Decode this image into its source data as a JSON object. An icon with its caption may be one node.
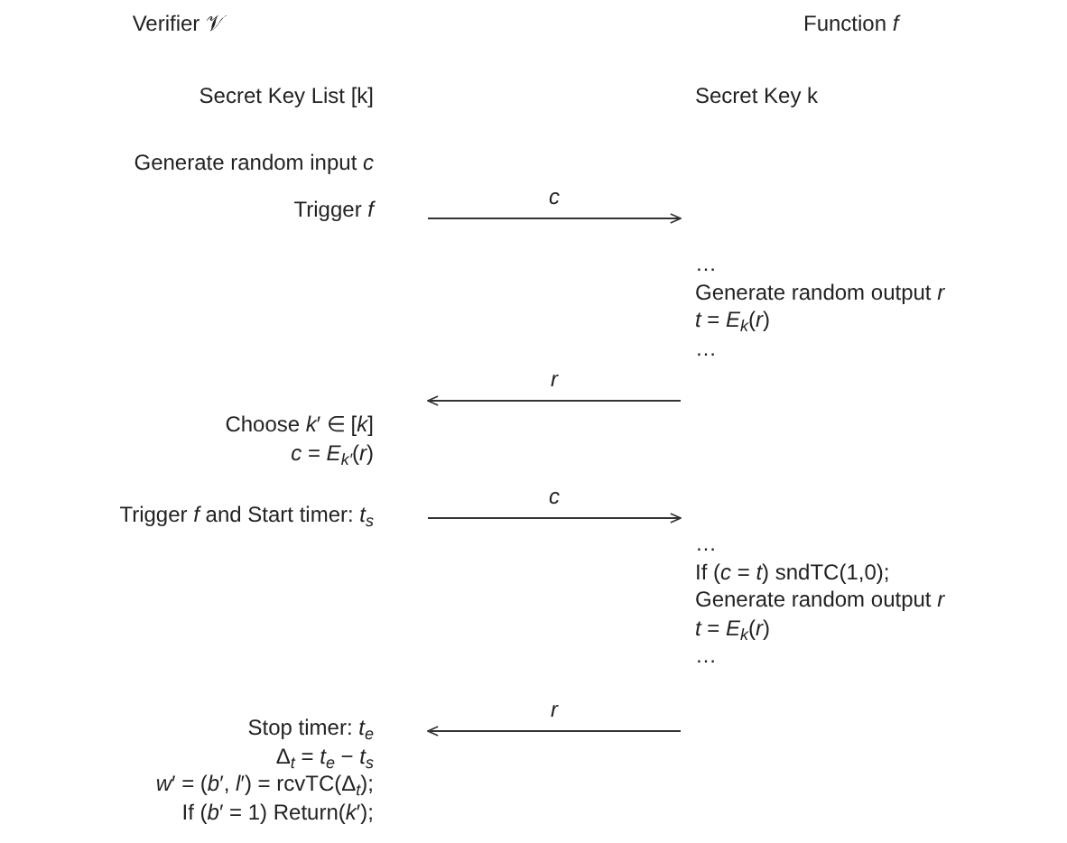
{
  "diagram": {
    "nodes": [
      {
        "text": [
          "Trigger *f*"
        ]
      },
      {
        "text": [
          "…",
          "Generate random output *r*",
          "*t* = *E*$_{k}$(*r*)",
          "…"
        ]
      },
      {
        "text": [
          "Choose *k*′ ∈ [*k*]",
          "*c* = *E*$_{k′}$(*r*)"
        ]
      },
      {
        "text": [
          "Trigger *f* and Start timer: *t*$_{s}$"
        ]
      },
      {
        "text": [
          "…",
          "If (*c* = *t*) sndTC(1,0);",
          "Generate random output *r*",
          "*t* = *E*$_{k}$(*r*)",
          "…"
        ]
      },
      {
        "text": [
          "Stop timer: *t*$_{e}$",
          "Δ$_{t}$ = *t*$_{e}$ − *t*$_{s}$",
          "*w*′ = (*b*′, *l*′) = rcvTC(Δ$_{t}$);",
          "If (*b*′ = 1) Return(*k*′);"
        ]
      }
    ],
    "edges": [
      {
        "from": 0,
        "to": 1,
        "arrow": "to",
        "label": "c"
      },
      {
        "from": 1,
        "to": 2,
        "arrow": "to",
        "label": "r"
      },
      {
        "from": 3,
        "to": 4,
        "arrow": "to",
        "label": "c"
      },
      {
        "from": 4,
        "to": 5,
        "arrow": "to",
        "label": "r"
      }
    ],
    "labels": [
      "Verifier 𝒱",
      "Function *f*",
      "Secret Key List [k]",
      "Secret Key k",
      "Generate random input *c*"
    ]
  }
}
